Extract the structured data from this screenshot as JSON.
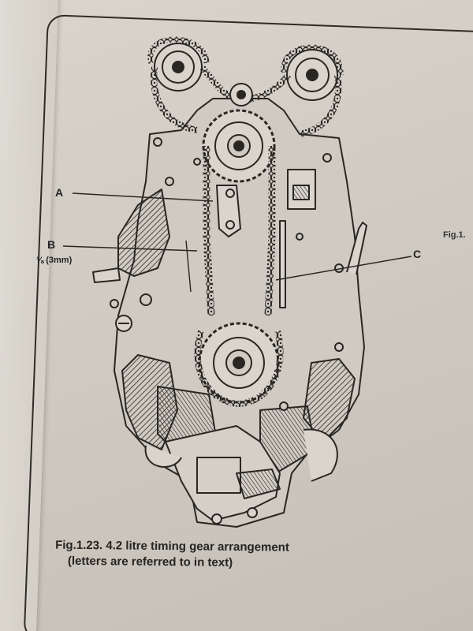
{
  "figure": {
    "labels": {
      "a": "A",
      "b": "B",
      "b_note": "⅛ (3mm)",
      "c": "C"
    },
    "side_reference": "Fig.1.",
    "caption_line1": "Fig.1.23. 4.2 litre timing gear arrangement",
    "caption_line2": "(letters are referred to in text)"
  },
  "colors": {
    "paper": "#d6d2ca",
    "ink": "#2a2622"
  }
}
